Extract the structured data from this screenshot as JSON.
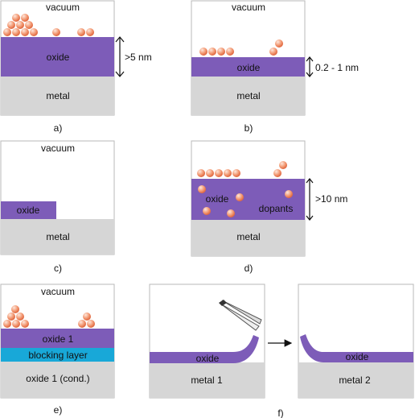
{
  "colors": {
    "oxide": "#7d5cb8",
    "metal": "#d6d6d6",
    "blocking": "#18a8d8",
    "frame": "#b8b8b8",
    "text": "#111111",
    "particle_light": "#fde7dc",
    "particle_dark": "#e0663d"
  },
  "panels": {
    "a": {
      "caption": "a)",
      "vacuum": "vacuum",
      "oxide": "oxide",
      "metal": "metal",
      "thickness": ">5 nm"
    },
    "b": {
      "caption": "b)",
      "vacuum": "vacuum",
      "oxide": "oxide",
      "metal": "metal",
      "thickness": "0.2 -  1 nm"
    },
    "c": {
      "caption": "c)",
      "vacuum": "vacuum",
      "oxide": "oxide",
      "metal": "metal"
    },
    "d": {
      "caption": "d)",
      "oxide": "oxide",
      "dopants": "dopants",
      "metal": "metal",
      "thickness": ">10 nm"
    },
    "e": {
      "caption": "e)",
      "vacuum": "vacuum",
      "oxide": "oxide 1",
      "blocking": "blocking layer",
      "substrate": "oxide 1 (cond.)"
    },
    "f": {
      "caption": "f)",
      "oxide_left": "oxide",
      "metal_left": "metal 1",
      "oxide_right": "oxide",
      "metal_right": "metal 2"
    }
  }
}
